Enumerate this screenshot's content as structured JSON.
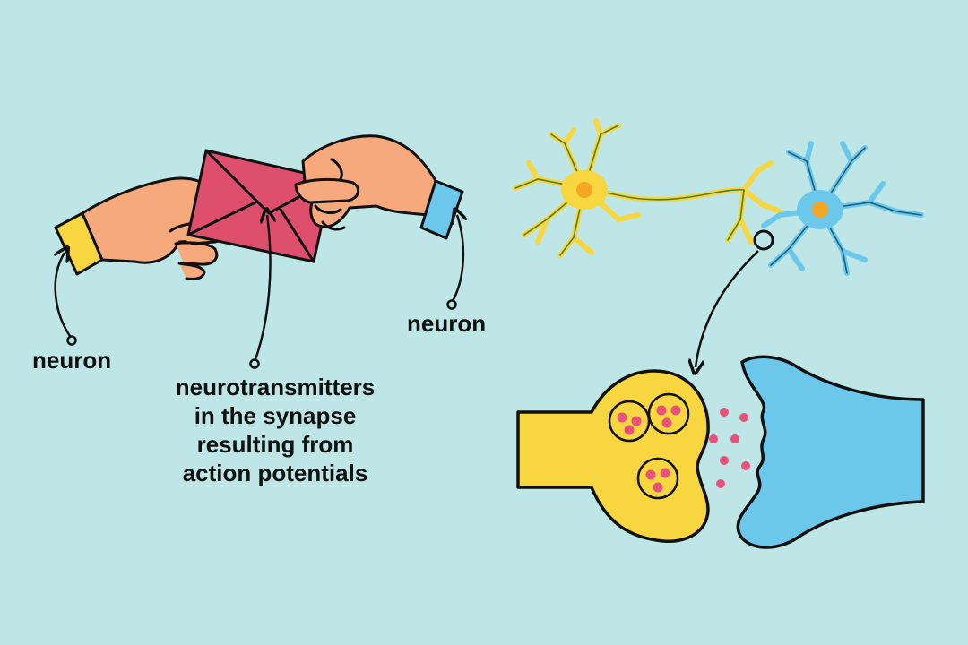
{
  "labels": {
    "neuron_left": "neuron",
    "neuron_right": "neuron",
    "neurotransmitters_lines": [
      "neurotransmitters",
      "in the synapse",
      "resulting from",
      "action potentials"
    ]
  },
  "colors": {
    "background": "#bfe6e6",
    "skin": "#f6a97c",
    "envelope": "#de4f6e",
    "envelope_flap": "#c93d5c",
    "cuff_left": "#f7d640",
    "cuff_right": "#6cc8ea",
    "neuron_yellow": "#f7d640",
    "neuron_blue": "#6cc8ea",
    "nucleus": "#f5a623",
    "vesicle_dot": "#e8527a",
    "outline": "#111111"
  },
  "icons": {
    "hands": "hands-passing-envelope-icon",
    "envelope": "envelope-icon",
    "neurons": "neuron-pair-icon",
    "synapse": "synapse-closeup-icon"
  }
}
